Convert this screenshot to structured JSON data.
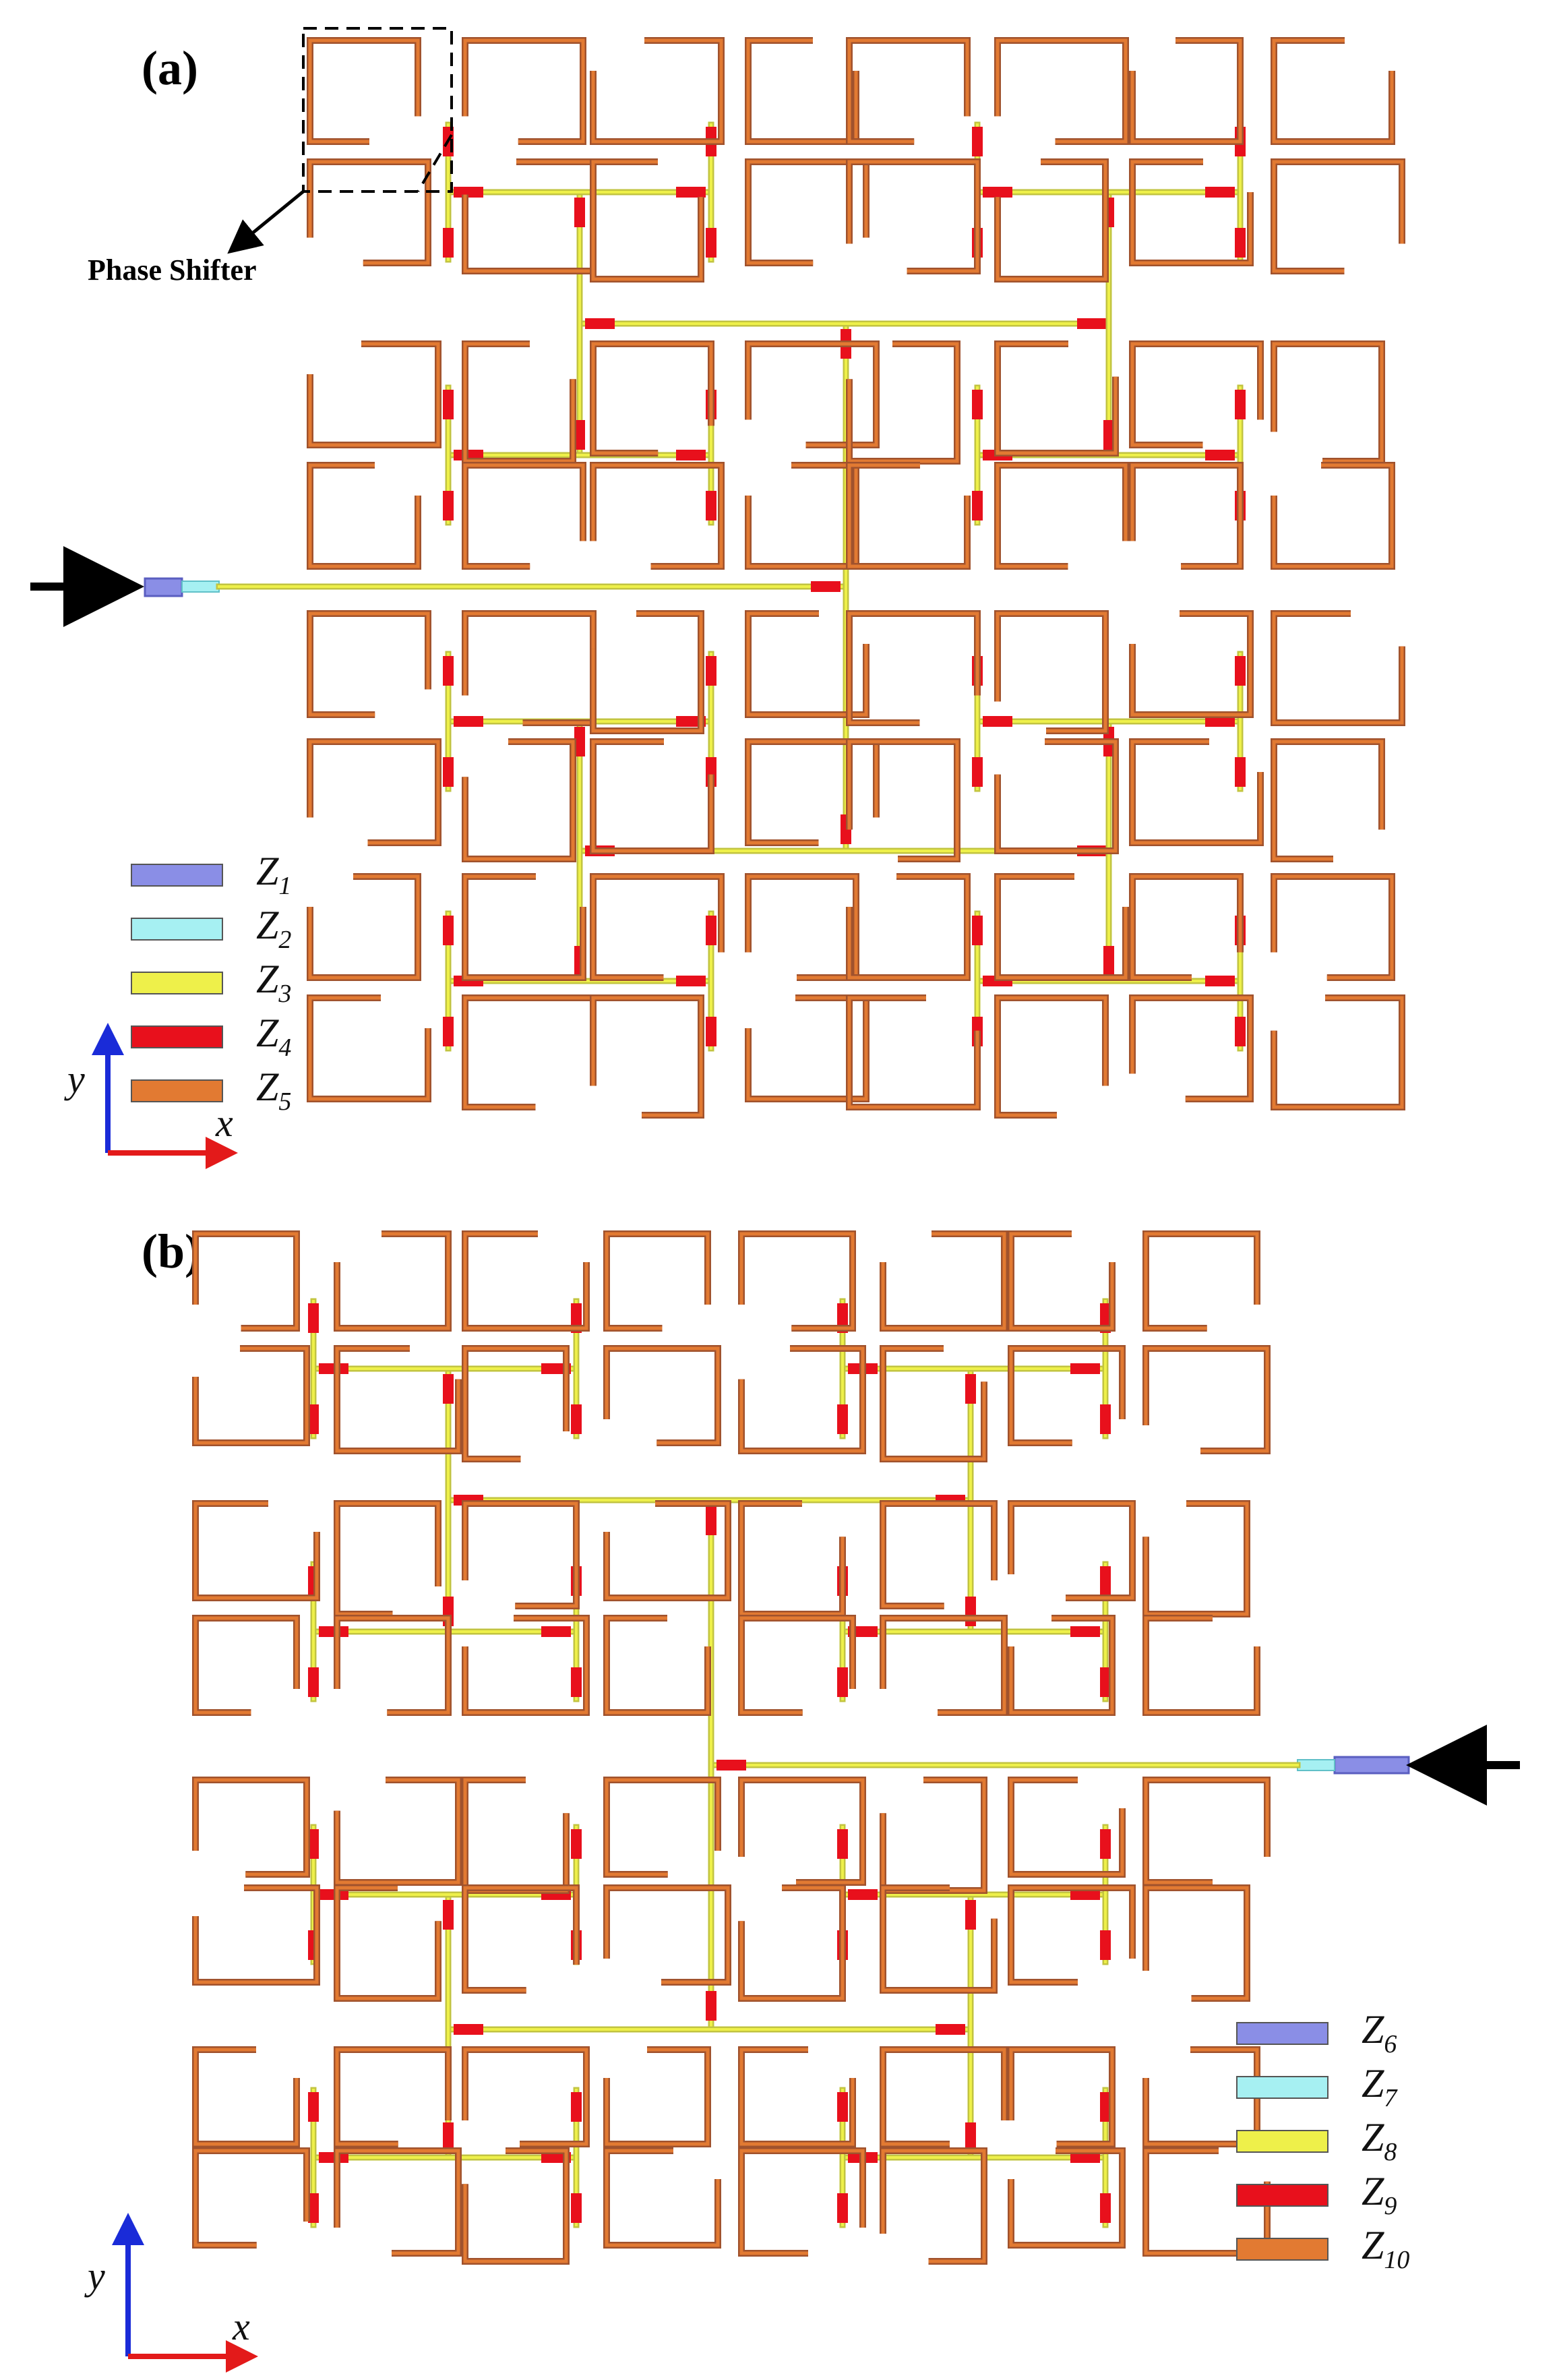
{
  "panels": [
    {
      "id": "a",
      "label": "(a)",
      "annotation": "Phase Shifter",
      "legend": [
        "Z1",
        "Z2",
        "Z3",
        "Z4",
        "Z5"
      ],
      "axes": {
        "x": "x",
        "y": "y"
      }
    },
    {
      "id": "b",
      "label": "(b)",
      "legend": [
        "Z6",
        "Z7",
        "Z8",
        "Z9",
        "Z10"
      ],
      "axes": {
        "x": "x",
        "y": "y"
      }
    }
  ],
  "colors": {
    "Z1": "#8a8ee6",
    "Z2": "#a6f0f2",
    "Z3": "#eef04a",
    "Z4": "#e8101c",
    "Z5": "#e27a32",
    "trunk": "#c2c440",
    "feed_arrow": "#000000",
    "axis_y": "#1a2bd8",
    "axis_x": "#e31a1a"
  },
  "icons": {
    "feed": "arrow-icon",
    "axes": "xy-axes-icon",
    "highlight": "dashed-box-icon"
  }
}
